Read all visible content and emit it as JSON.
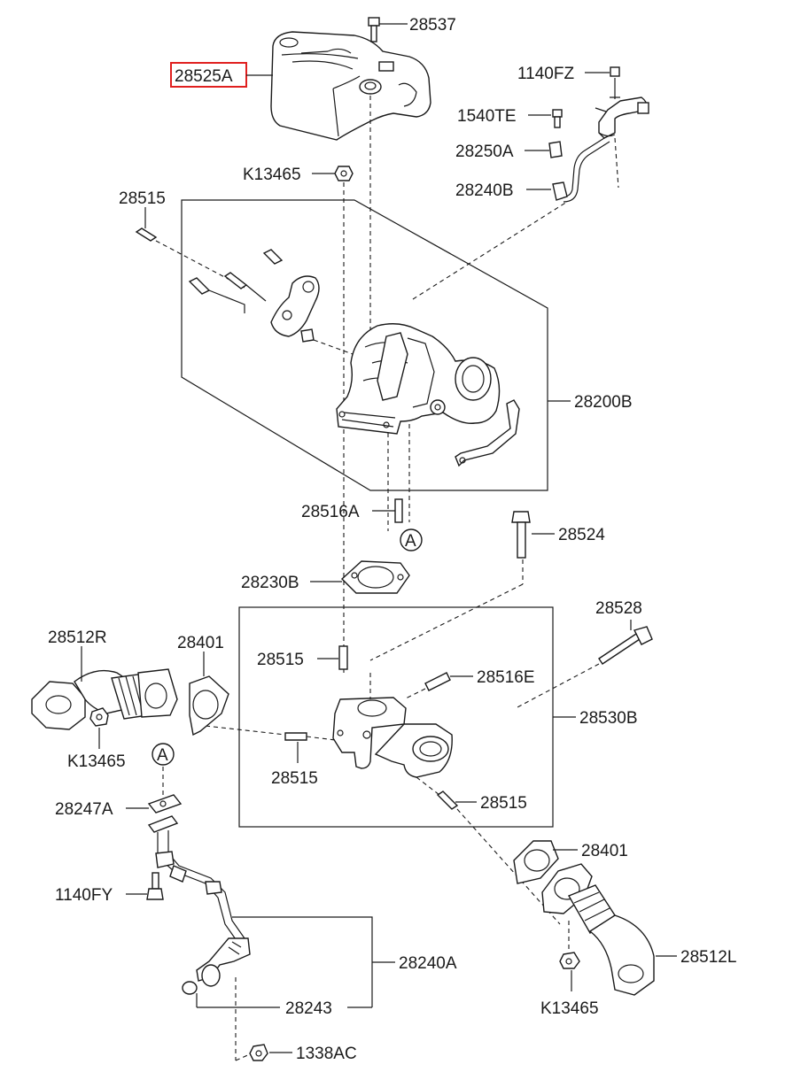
{
  "labels": {
    "p28537": "28537",
    "p28525A": "28525A",
    "p1140FZ": "1140FZ",
    "p1540TE": "1540TE",
    "p28250A": "28250A",
    "p28240B": "28240B",
    "pK13465_top": "K13465",
    "p28515_top": "28515",
    "p28200B": "28200B",
    "p28516A": "28516A",
    "refA_top": "A",
    "p28524": "28524",
    "p28230B": "28230B",
    "p28528": "28528",
    "p28512R": "28512R",
    "p28401_left": "28401",
    "p28515_mid": "28515",
    "p28516E": "28516E",
    "p28530B": "28530B",
    "pK13465_left": "K13465",
    "refA_bottom": "A",
    "p28515_low": "28515",
    "p28515_right": "28515",
    "p28247A": "28247A",
    "p28401_right": "28401",
    "p1140FY": "1140FY",
    "p28512L": "28512L",
    "p28240A": "28240A",
    "pK13465_right": "K13465",
    "p28243": "28243",
    "p1338AC": "1338AC"
  },
  "highlight": {
    "part": "28525A",
    "color": "#e0201f"
  }
}
